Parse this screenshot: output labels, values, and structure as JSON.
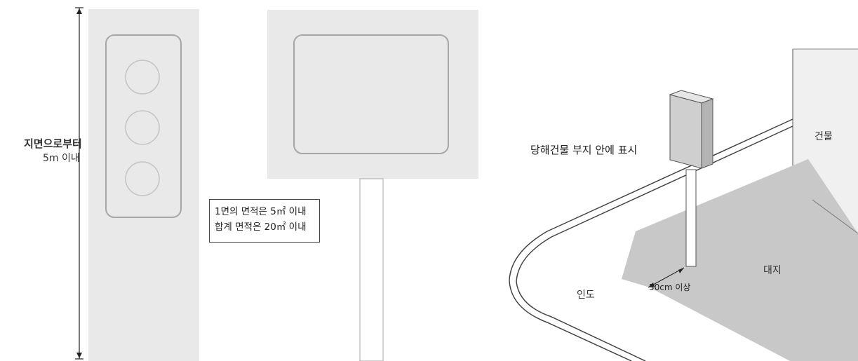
{
  "height_limit": {
    "title": "지면으로부터",
    "value": "5m 이내"
  },
  "area_limit": {
    "line1": "1면의 면적은 5㎡ 이내",
    "line2": "합계 면적은 20㎡ 이내"
  },
  "installation": {
    "location_label": "당해건물 부지 안에 표시",
    "building_label": "건물",
    "site_label": "대지",
    "sidewalk_label": "인도",
    "setback_label": "50cm 이상"
  },
  "colors": {
    "panel_fill": "#e9e9e9",
    "panel_border": "#a7a7a7",
    "site_fill": "#c8c8c8",
    "sign_fill": "#cfcfcf"
  }
}
